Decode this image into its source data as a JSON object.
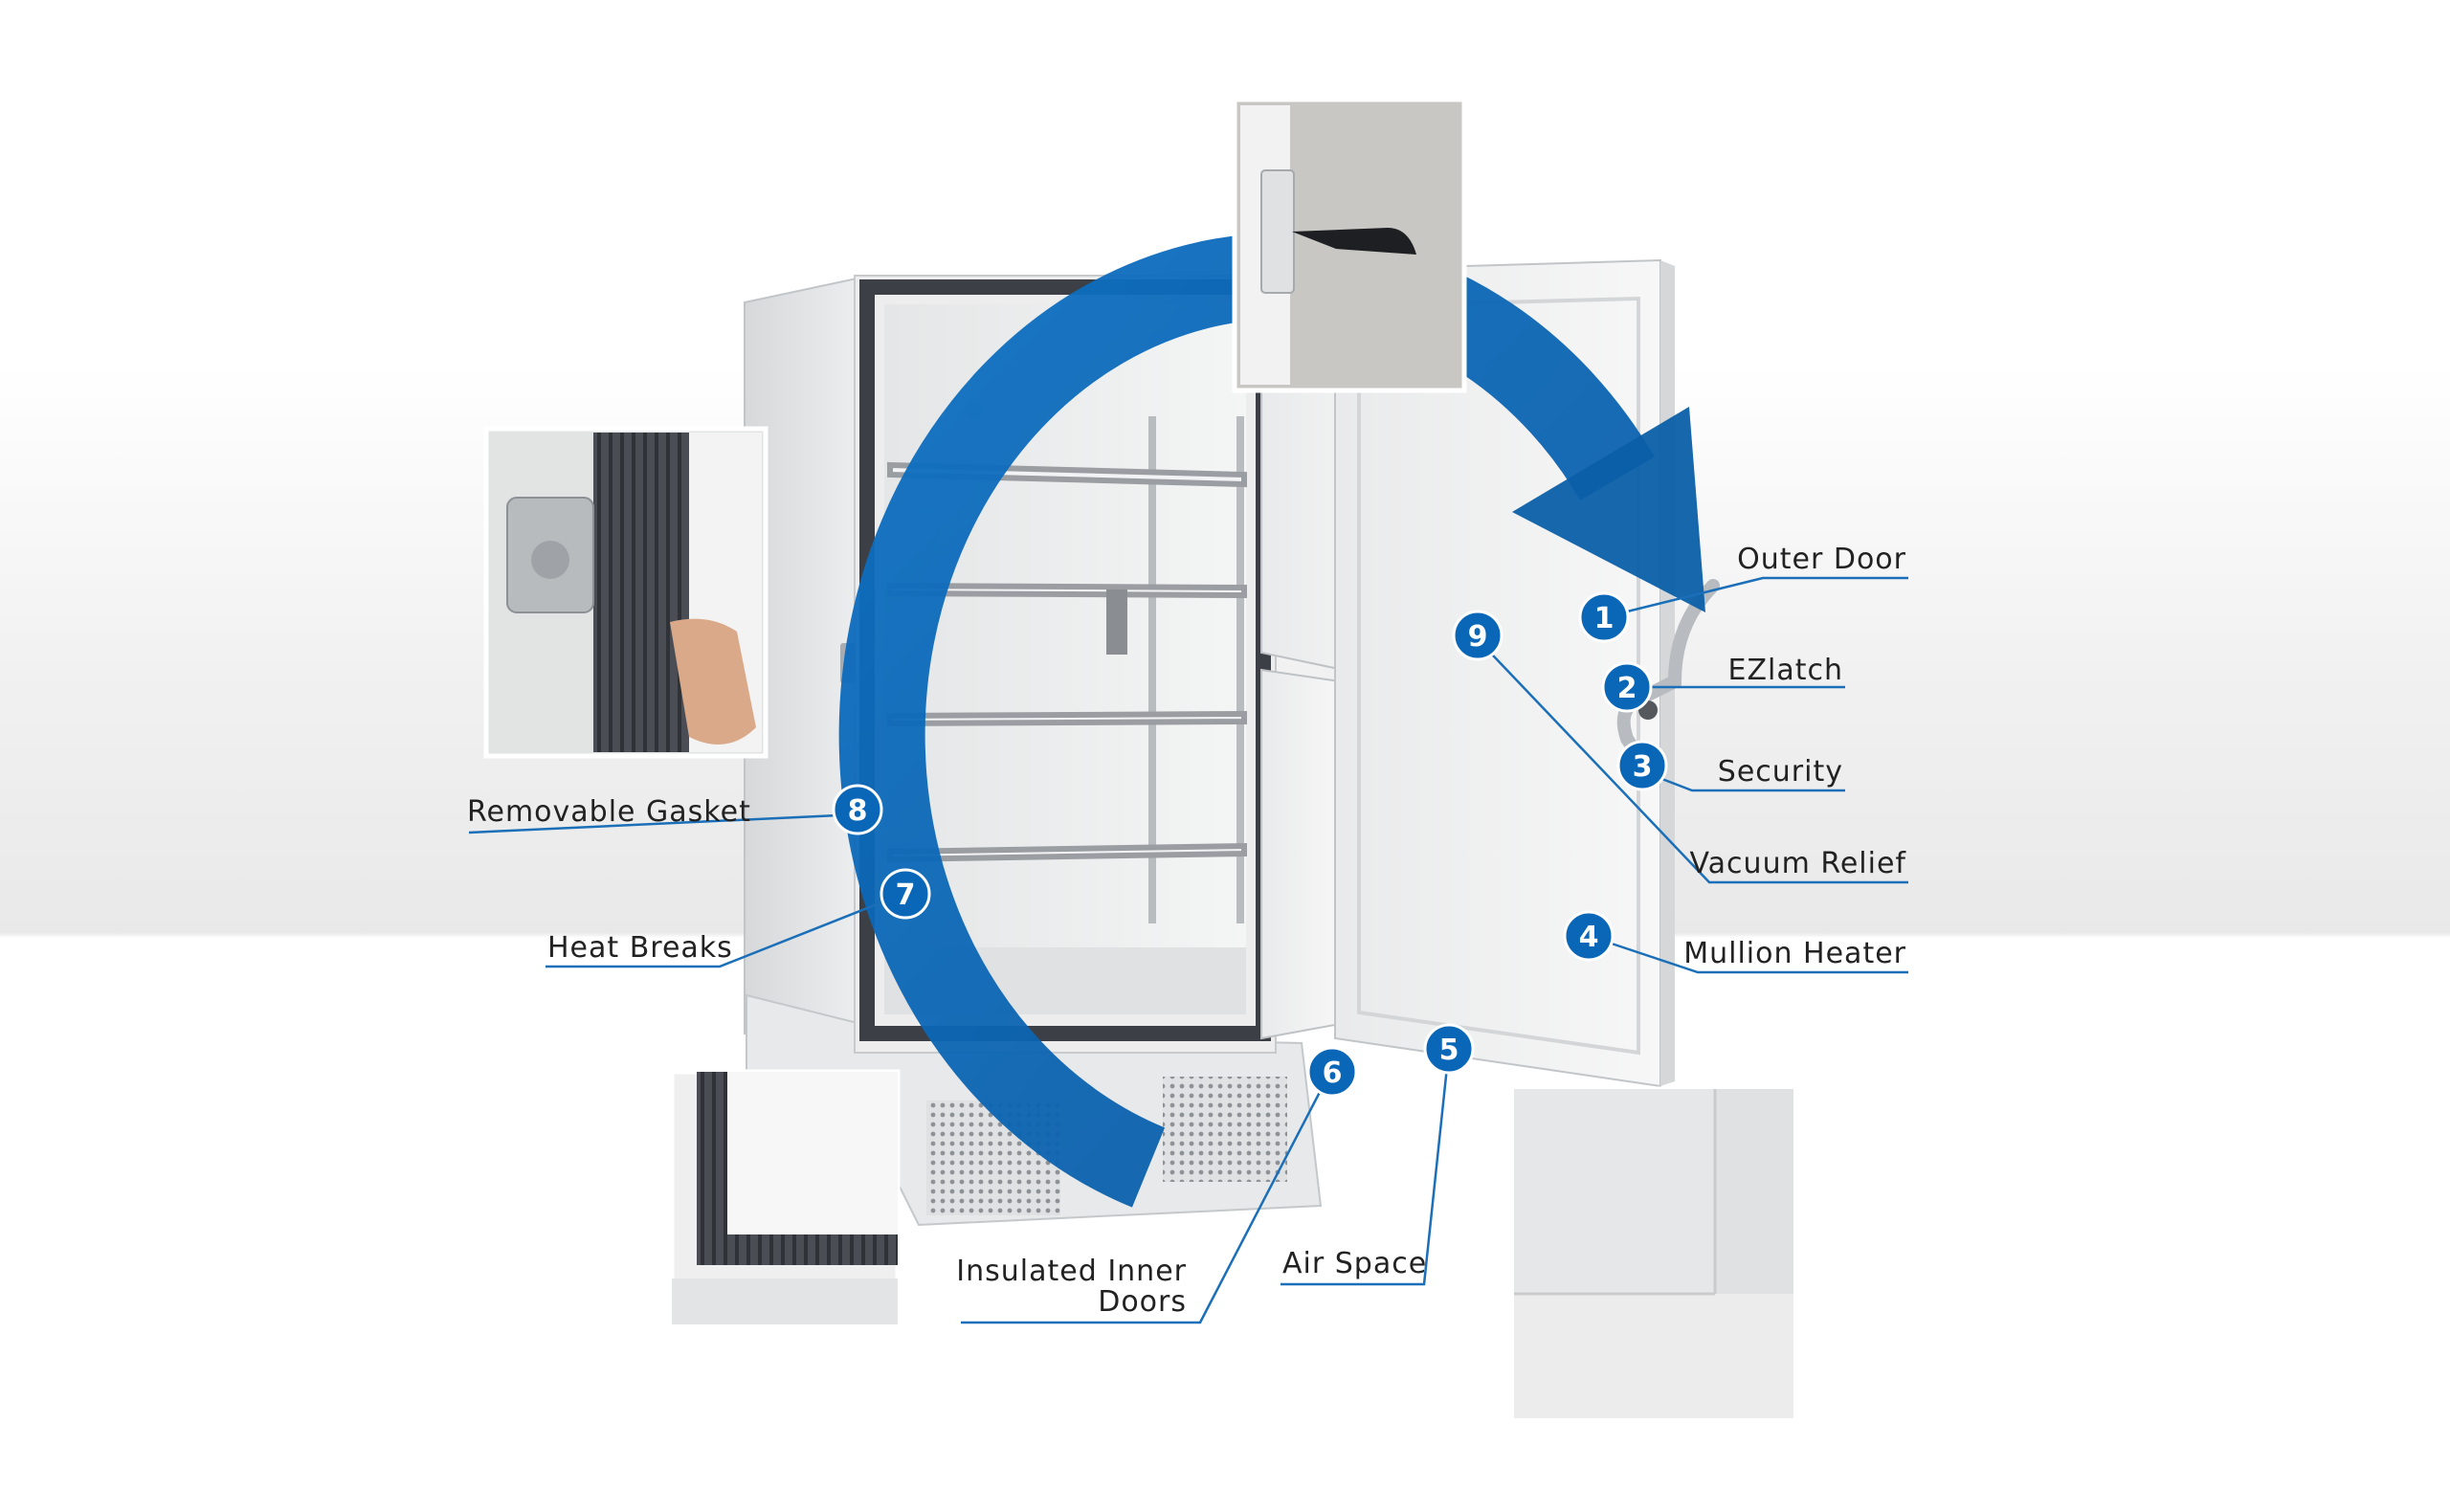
{
  "colors": {
    "accent": "#0a67b8",
    "accent_dark": "#08508f",
    "leader": "#1b6fb8",
    "text": "#222222"
  },
  "callouts": [
    {
      "number": "1",
      "label": "Outer Door"
    },
    {
      "number": "2",
      "label": "EZlatch"
    },
    {
      "number": "3",
      "label": "Security"
    },
    {
      "number": "4",
      "label": "Mullion Heater"
    },
    {
      "number": "5",
      "label": "Air Space"
    },
    {
      "number": "6",
      "label": "Insulated Inner",
      "label2": "Doors"
    },
    {
      "number": "7",
      "label": "Heat Breaks"
    },
    {
      "number": "8",
      "label": "Removable Gasket"
    },
    {
      "number": "9",
      "label": "Vacuum Relief"
    }
  ]
}
